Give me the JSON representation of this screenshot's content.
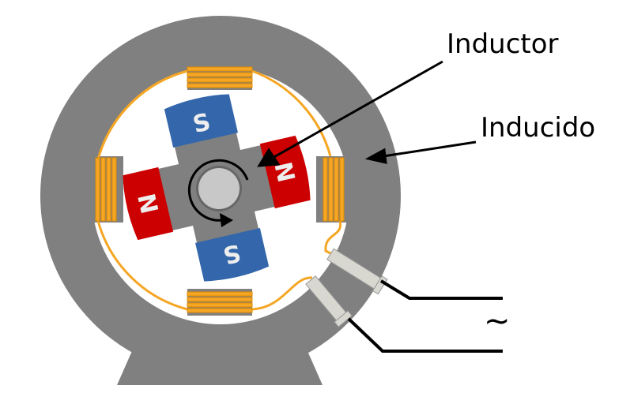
{
  "labels": {
    "inductor": "Inductor",
    "inducido": "Inducido",
    "ac_symbol": "~"
  },
  "magnets": {
    "south": "S",
    "north": "N"
  },
  "colors": {
    "stator": "#808080",
    "coil": "#f5a623",
    "north": "#cc0000",
    "south": "#3366aa",
    "shaft": "#c8c8c8",
    "brush": "#d8d8d0"
  }
}
